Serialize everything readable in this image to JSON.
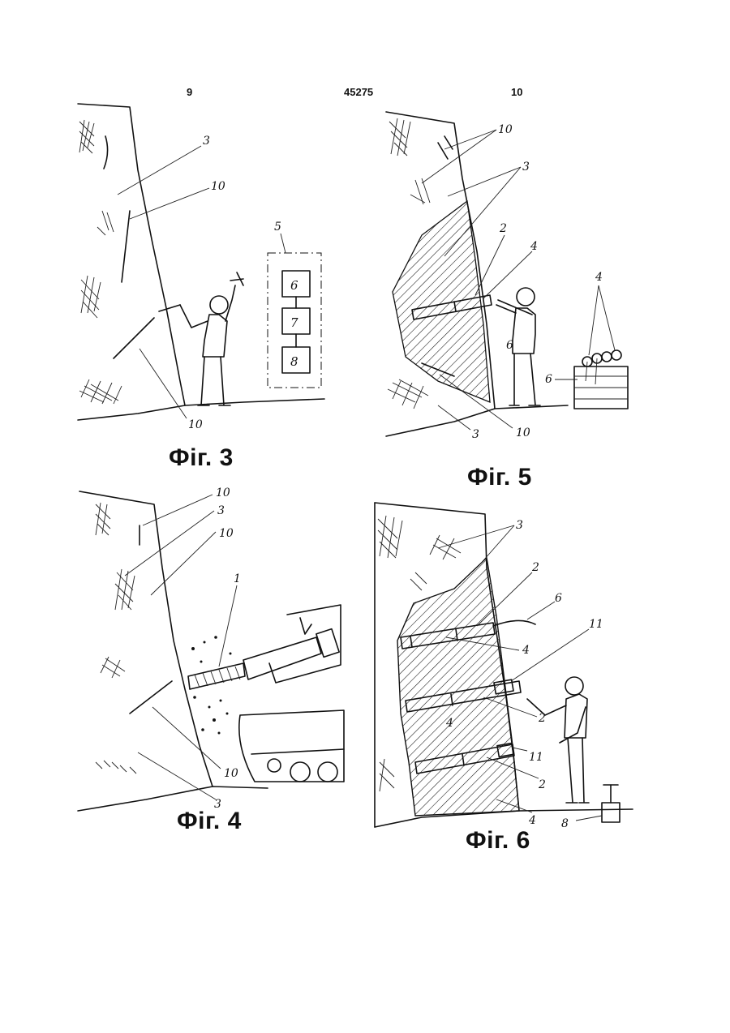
{
  "header": {
    "left_page": "9",
    "patent_number": "45275",
    "right_page": "10"
  },
  "figures": [
    {
      "caption": "Фіг. 3",
      "labels": {
        "l3": "3",
        "l10a": "10",
        "l10b": "10",
        "l5": "5",
        "b6": "6",
        "b7": "7",
        "b8": "8"
      }
    },
    {
      "caption": "Фіг. 5",
      "labels": {
        "l10": "10",
        "l3": "3",
        "l2": "2",
        "l4a": "4",
        "l4b": "4",
        "l6a": "6",
        "l6b": "6",
        "l3b": "3",
        "l10b": "10"
      }
    },
    {
      "caption": "Фіг. 4",
      "labels": {
        "l10a": "10",
        "l3a": "3",
        "l10b": "10",
        "l1": "1",
        "l10c": "10",
        "l3b": "3"
      }
    },
    {
      "caption": "Фіг. 6",
      "labels": {
        "l3": "3",
        "l2a": "2",
        "l6": "6",
        "l11a": "11",
        "l4a": "4",
        "l4b": "4",
        "l2b": "2",
        "l11b": "11",
        "l2c": "2",
        "l4c": "4",
        "l8": "8"
      }
    }
  ]
}
